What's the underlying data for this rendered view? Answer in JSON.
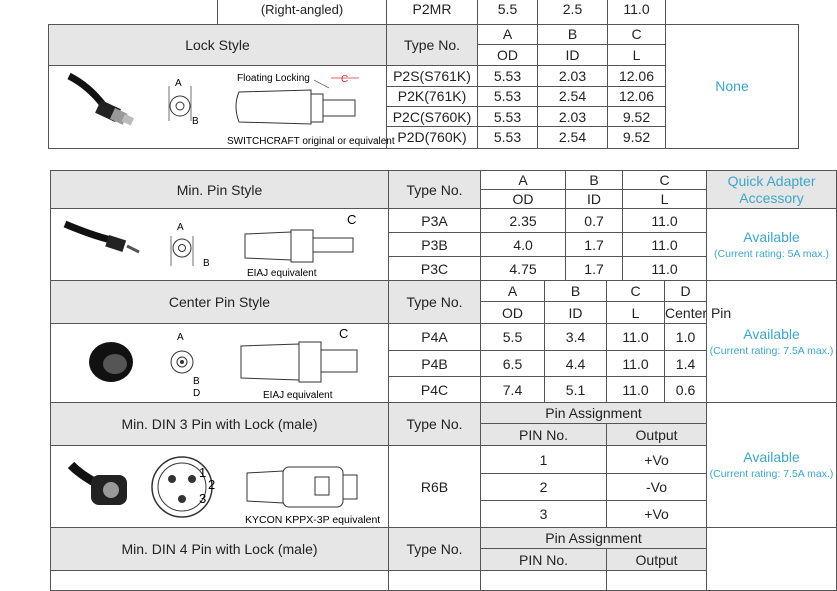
{
  "top_fragment": {
    "label": "(Right-angled)",
    "row": {
      "type": "P2MR",
      "od": "5.5",
      "id": "2.5",
      "l": "11.0"
    }
  },
  "lock": {
    "title": "Lock Style",
    "type_header": "Type No.",
    "col_a": "A",
    "col_b": "B",
    "col_c": "C",
    "col_a_sub": "OD",
    "col_b_sub": "ID",
    "col_c_sub": "L",
    "illus_label_top": "Floating Locking",
    "illus_caption": "SWITCHCRAFT original or equivalent",
    "dim_a": "A",
    "dim_b": "B",
    "dim_c": "C",
    "rows": [
      {
        "type": "P2S(S761K)",
        "od": "5.53",
        "id": "2.03",
        "l": "12.06"
      },
      {
        "type": "P2K(761K)",
        "od": "5.53",
        "id": "2.54",
        "l": "12.06"
      },
      {
        "type": "P2C(S760K)",
        "od": "5.53",
        "id": "2.03",
        "l": "9.52"
      },
      {
        "type": "P2D(760K)",
        "od": "5.53",
        "id": "2.54",
        "l": "9.52"
      }
    ],
    "availability": "None"
  },
  "minpin": {
    "title": "Min. Pin Style",
    "type_header": "Type No.",
    "col_a": "A",
    "col_b": "B",
    "col_c": "C",
    "col_a_sub": "OD",
    "col_b_sub": "ID",
    "col_c_sub": "L",
    "qa_header": "Quick Adapter Accessory",
    "illus_caption": "EIAJ equivalent",
    "dim_a": "A",
    "dim_b": "B",
    "dim_c": "C",
    "rows": [
      {
        "type": "P3A",
        "od": "2.35",
        "id": "0.7",
        "l": "11.0"
      },
      {
        "type": "P3B",
        "od": "4.0",
        "id": "1.7",
        "l": "11.0"
      },
      {
        "type": "P3C",
        "od": "4.75",
        "id": "1.7",
        "l": "11.0"
      }
    ],
    "availability": "Available",
    "rating": "(Current rating: 5A max.)"
  },
  "center": {
    "title": "Center Pin Style",
    "type_header": "Type No.",
    "col_a": "A",
    "col_b": "B",
    "col_c": "C",
    "col_d": "D",
    "col_a_sub": "OD",
    "col_b_sub": "ID",
    "col_c_sub": "L",
    "col_d_sub": "Center Pin",
    "illus_caption": "EIAJ equivalent",
    "dim_a": "A",
    "dim_b": "B",
    "dim_c": "C",
    "dim_d": "D",
    "rows": [
      {
        "type": "P4A",
        "od": "5.5",
        "id": "3.4",
        "l": "11.0",
        "d": "1.0"
      },
      {
        "type": "P4B",
        "od": "6.5",
        "id": "4.4",
        "l": "11.0",
        "d": "1.4"
      },
      {
        "type": "P4C",
        "od": "7.4",
        "id": "5.1",
        "l": "11.0",
        "d": "0.6"
      }
    ],
    "availability": "Available",
    "rating": "(Current rating: 7.5A max.)"
  },
  "din3": {
    "title": "Min. DIN 3 Pin with Lock  (male)",
    "type_header": "Type No.",
    "pin_assign": "Pin Assignment",
    "pin_no": "PIN No.",
    "output": "Output",
    "type": "R6B",
    "illus_caption": "KYCON KPPX-3P equivalent",
    "pin_labels": [
      "1",
      "2",
      "3"
    ],
    "rows": [
      {
        "pin": "1",
        "out": "+Vo"
      },
      {
        "pin": "2",
        "out": "-Vo"
      },
      {
        "pin": "3",
        "out": "+Vo"
      }
    ],
    "availability": "Available",
    "rating": "(Current rating: 7.5A max.)"
  },
  "din4": {
    "title": "Min. DIN 4 Pin with Lock  (male)",
    "type_header": "Type No.",
    "pin_assign": "Pin Assignment",
    "pin_no": "PIN No.",
    "output": "Output"
  }
}
